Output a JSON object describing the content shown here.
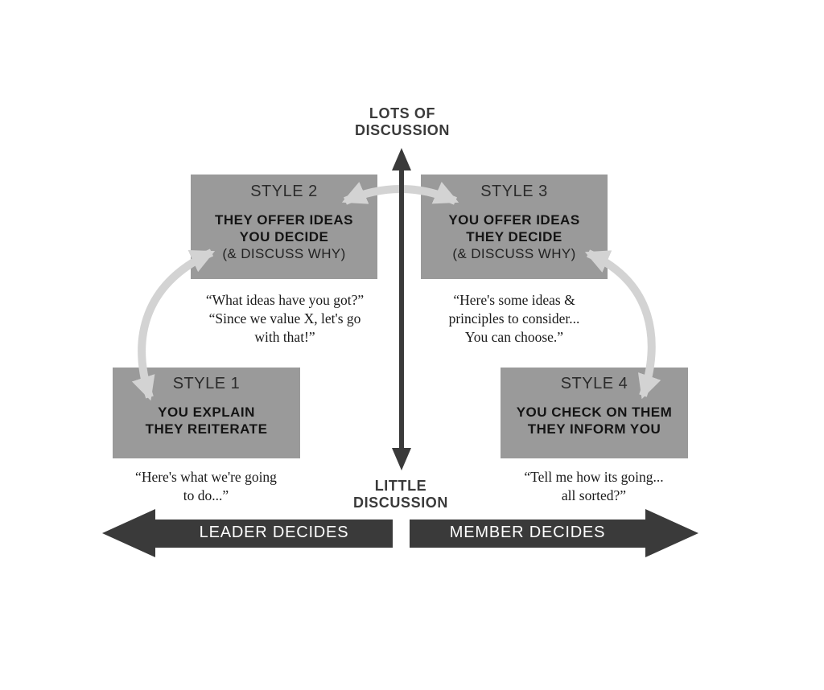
{
  "diagram": {
    "title_semantic": "Leadership decision styles vs amount of discussion",
    "axes": {
      "vertical_top_label": "LOTS OF\nDISCUSSION",
      "vertical_bottom_label": "LITTLE\nDISCUSSION",
      "horizontal_left_label": "LEADER DECIDES",
      "horizontal_right_label": "MEMBER DECIDES"
    },
    "styles": {
      "style1": {
        "title": "STYLE 1",
        "body": "YOU EXPLAIN\nTHEY REITERATE",
        "quote": "“Here's what we're going\nto do...”"
      },
      "style2": {
        "title": "STYLE 2",
        "body": "THEY OFFER IDEAS\nYOU DECIDE",
        "note": "(& DISCUSS WHY)",
        "quote": "“What ideas have you got?”\n“Since we value X, let's go\nwith that!”"
      },
      "style3": {
        "title": "STYLE 3",
        "body": "YOU OFFER IDEAS\nTHEY DECIDE",
        "note": "(& DISCUSS WHY)",
        "quote": "“Here's some ideas &\nprinciples to consider...\nYou can choose.”"
      },
      "style4": {
        "title": "STYLE 4",
        "body": "YOU CHECK ON THEM\nTHEY INFORM YOU",
        "quote": "“Tell me how its going...\nall sorted?”"
      }
    },
    "connections": [
      "style2-style3 double arrow",
      "style1-style2 double arrow",
      "style3-style4 double arrow"
    ],
    "colors": {
      "background": "#ffffff",
      "box_gray": "#9a9a9a",
      "dark_arrow": "#3a3a3a",
      "light_arrow": "#d3d3d3",
      "body_text": "#141414",
      "arrow_label_text": "#ffffff"
    }
  }
}
